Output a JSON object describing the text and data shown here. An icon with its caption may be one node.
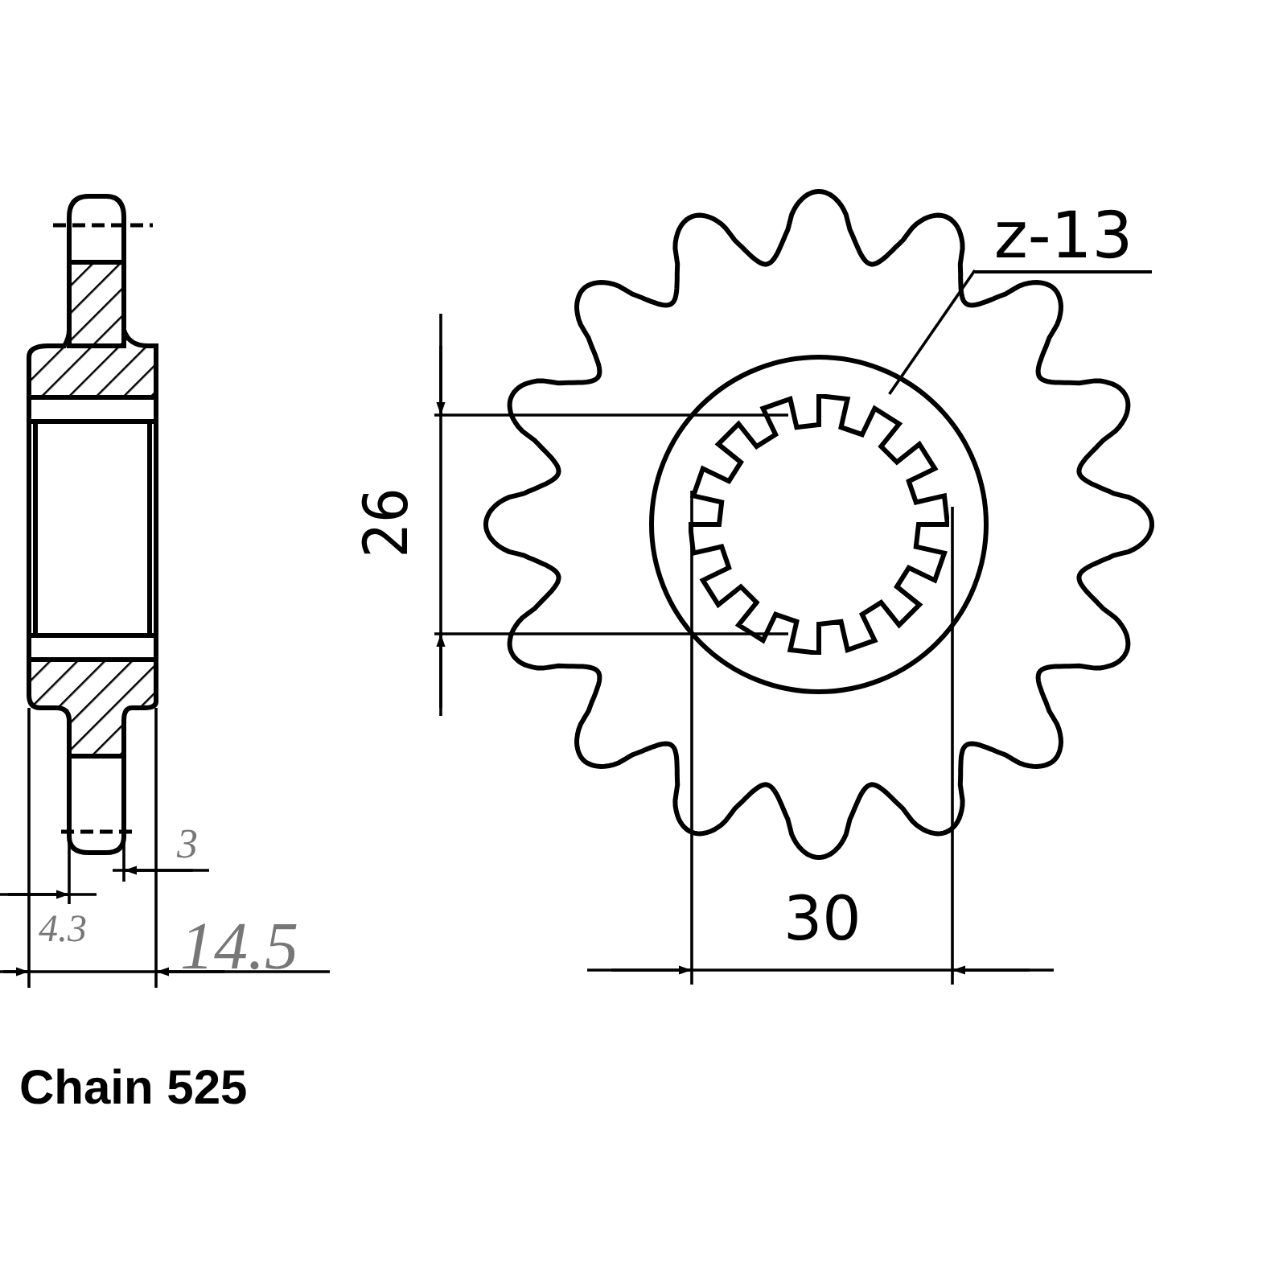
{
  "diagram": {
    "nodes": [
      {
        "text": [
          "z-13"
        ]
      },
      {
        "text": [],
        "shape": "picture"
      }
    ],
    "edges": [
      {
        "from": 0,
        "to": 1,
        "arrow": "none"
      }
    ],
    "labels": [
      "3",
      "4.3",
      "14.5",
      "26",
      "30",
      "Chain 525"
    ]
  }
}
